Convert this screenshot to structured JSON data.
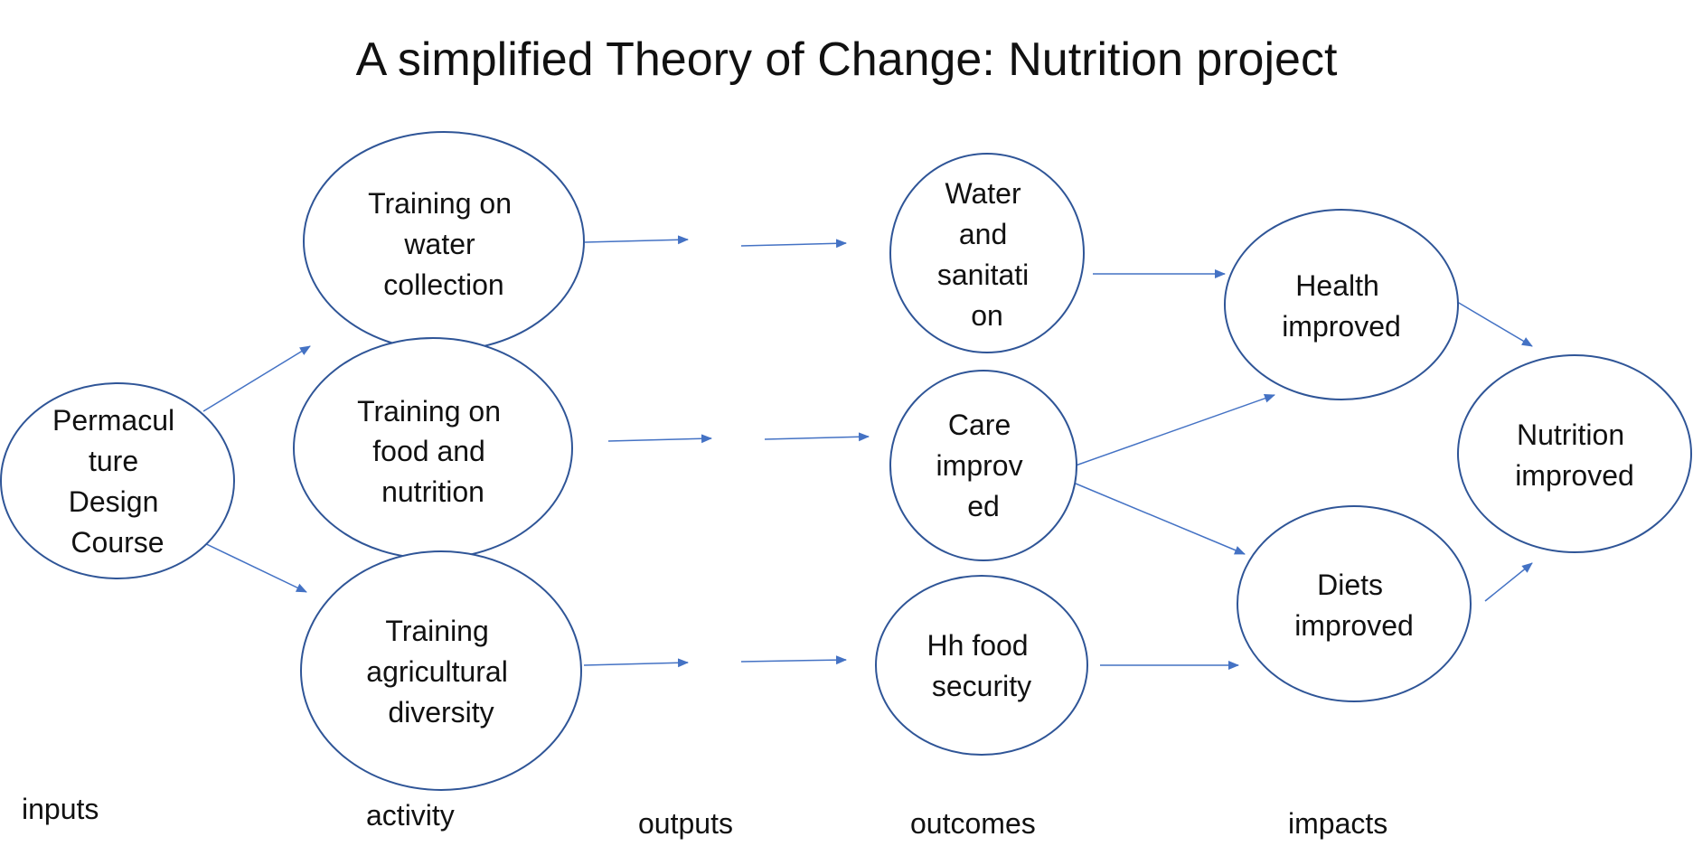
{
  "title": "A simplified Theory of Change: Nutrition project",
  "nodes": {
    "permaculture": {
      "lines": [
        "Permacul",
        "ture",
        "Design",
        "Course"
      ]
    },
    "water_training": {
      "lines": [
        "Training on",
        "water",
        "collection"
      ]
    },
    "food_training": {
      "lines": [
        "Training on",
        "food and",
        "nutrition"
      ]
    },
    "agri_training": {
      "lines": [
        "Training",
        "agricultural",
        "diversity"
      ]
    },
    "water_sanitation": {
      "lines": [
        "Water",
        "and",
        "sanitati",
        "on"
      ]
    },
    "care": {
      "lines": [
        "Care",
        "improv",
        "ed"
      ]
    },
    "food_security": {
      "lines": [
        "Hh food",
        "security"
      ]
    },
    "health": {
      "lines": [
        "Health",
        "improved"
      ]
    },
    "diets": {
      "lines": [
        "Diets",
        "improved"
      ]
    },
    "nutrition": {
      "lines": [
        "Nutrition",
        "improved"
      ]
    }
  },
  "stages": {
    "inputs": "inputs",
    "activity": "activity",
    "outputs": "outputs",
    "outcomes": "outcomes",
    "impacts": "impacts"
  },
  "colors": {
    "node_stroke": "#2f5597",
    "arrow": "#4472c4",
    "text": "#111111"
  }
}
